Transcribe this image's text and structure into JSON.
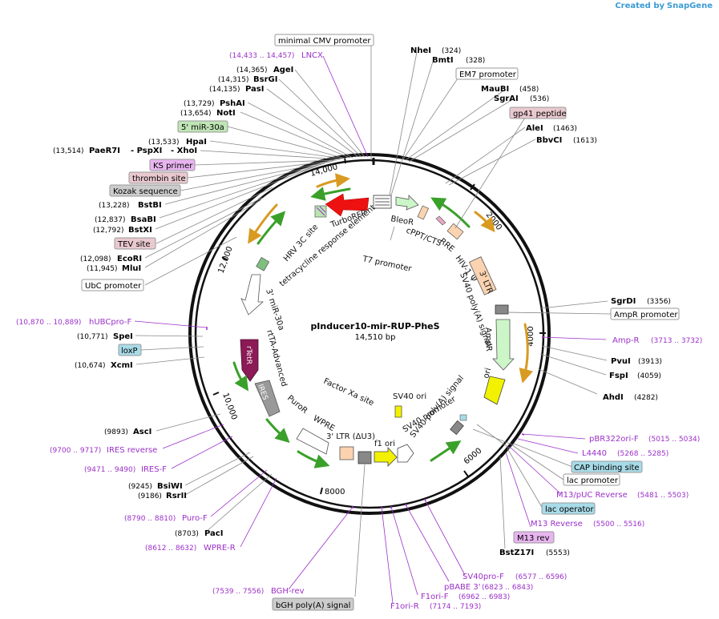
{
  "credit": "Created by",
  "brand": "SnapGene",
  "plasmid": {
    "name": "pInducer10-mir-RUP-PheS",
    "length_label": "14,510 bp"
  },
  "ruler": [
    "2000",
    "4000",
    "6000",
    "8000",
    "10,000",
    "12,000",
    "14,000"
  ],
  "features": {
    "turbo_rfp": "TurboRFP",
    "bleor": "BleoR",
    "cppt": "cPPT/CTS",
    "rre": "RRE",
    "hiv_psi": "HIV-1 Ψ",
    "ltr3": "3' LTR",
    "sv40_polya": "SV40 poly(A) signal",
    "ampr": "AmpR",
    "ori": "ori",
    "sv40_promoter": "SV40 promoter",
    "sv40_polya2": "SV40 poly(A) signal",
    "sv40_ori": "SV40 ori",
    "f1_ori": "f1 ori",
    "ltr3_du3": "3' LTR (ΔU3)",
    "wpre": "WPRE",
    "puror": "PuroR",
    "factor_xa": "Factor Xa site",
    "ires": "IRES",
    "rtetr": "rTetR",
    "rtta": "rtTA-Advanced",
    "mir30a3": "3' miR-30a",
    "tre": "tetracycline response element",
    "hrv3c": "HRV 3C site",
    "t7": "T7 promoter"
  },
  "annotations": {
    "minimal_cmv": "minimal CMV promoter",
    "lncx_pos": "(14,433 .. 14,457)",
    "lncx": "LNCX",
    "agei_pos": "(14,365)",
    "agei": "AgeI",
    "bsrgi_pos": "(14,315)",
    "bsrgi": "BsrGI",
    "pasi_pos": "(14,135)",
    "pasi": "PasI",
    "pshai_pos": "(13,729)",
    "pshai": "PshAI",
    "noti_pos": "(13,654)",
    "noti": "NotI",
    "mir30a5": "5' miR-30a",
    "hpai_pos": "(13,533)",
    "hpai": "HpaI",
    "paer7i_pos": "(13,514)",
    "paer7i": "PaeR7I",
    "pspxi": "- PspXI",
    "xhoi": "- XhoI",
    "ks_primer": "KS primer",
    "thrombin": "thrombin site",
    "kozak": "Kozak sequence",
    "bstbi_pos": "(13,228)",
    "bstbi": "BstBI",
    "bsabi_pos": "(12,837)",
    "bsabi": "BsaBI",
    "bstxi_pos": "(12,792)",
    "bstxi": "BstXI",
    "tev": "TEV site",
    "ecori_pos": "(12,098)",
    "ecori": "EcoRI",
    "mlui_pos": "(11,945)",
    "mlui": "MluI",
    "ubc": "UbC promoter",
    "hubcpro_pos": "(10,870 .. 10,889)",
    "hubcpro": "hUBCpro-F",
    "spei_pos": "(10,771)",
    "spei": "SpeI",
    "loxp": "loxP",
    "xcmi_pos": "(10,674)",
    "xcmi": "XcmI",
    "asci_pos": "(9893)",
    "asci": "AscI",
    "ires_rev_pos": "(9700 .. 9717)",
    "ires_rev": "IRES reverse",
    "ires_f_pos": "(9471 .. 9490)",
    "ires_f": "IRES-F",
    "bsiwi_pos": "(9245)",
    "bsiwi": "BsiWI",
    "rsrii_pos": "(9186)",
    "rsrii": "RsrII",
    "puro_f_pos": "(8790 .. 8810)",
    "puro_f": "Puro-F",
    "paci_pos": "(8703)",
    "paci": "PacI",
    "wpre_r_pos": "(8612 .. 8632)",
    "wpre_r": "WPRE-R",
    "bgh_rev_pos": "(7539 .. 7556)",
    "bgh_rev": "BGH-rev",
    "bgh_polya": "bGH poly(A) signal",
    "nhei": "NheI",
    "nhei_pos": "(324)",
    "bmti": "BmtI",
    "bmti_pos": "(328)",
    "em7": "EM7 promoter",
    "maubi": "MauBI",
    "maubi_pos": "(458)",
    "sgrai": "SgrAI",
    "sgrai_pos": "(536)",
    "gp41": "gp41 peptide",
    "alei": "AleI",
    "alei_pos": "(1463)",
    "bbvci": "BbvCI",
    "bbvci_pos": "(1613)",
    "sgrdi": "SgrDI",
    "sgrdi_pos": "(3356)",
    "ampr_promoter": "AmpR promoter",
    "amp_r": "Amp-R",
    "amp_r_pos": "(3713 .. 3732)",
    "pvui": "PvuI",
    "pvui_pos": "(3913)",
    "fspi": "FspI",
    "fspi_pos": "(4059)",
    "ahdi": "AhdI",
    "ahdi_pos": "(4282)",
    "pbr322ori": "pBR322ori-F",
    "pbr322ori_pos": "(5015 .. 5034)",
    "l4440": "L4440",
    "l4440_pos": "(5268 .. 5285)",
    "cap": "CAP binding site",
    "lac_promoter": "lac promoter",
    "m13puc": "M13/pUC Reverse",
    "m13puc_pos": "(5481 .. 5503)",
    "lac_operator": "lac operator",
    "m13rev": "M13 Reverse",
    "m13rev_pos": "(5500 .. 5516)",
    "m13rev_box": "M13 rev",
    "bstz17i": "BstZ17I",
    "bstz17i_pos": "(5553)",
    "sv40pro_f": "SV40pro-F",
    "sv40pro_f_pos": "(6577 .. 6596)",
    "pbabe3": "pBABE 3'",
    "pbabe3_pos": "(6823 .. 6843)",
    "f1ori_f": "F1ori-F",
    "f1ori_f_pos": "(6962 .. 6983)",
    "f1ori_r": "F1ori-R",
    "f1ori_r_pos": "(7174 .. 7193)"
  },
  "colors": {
    "enzyme": "#111111",
    "primer": "#9b30c8",
    "lines": "#888888",
    "red": "#ee1111",
    "yellow": "#f2f200",
    "green_arrow": "#3aa02a",
    "orange_arrow": "#d89a20"
  }
}
